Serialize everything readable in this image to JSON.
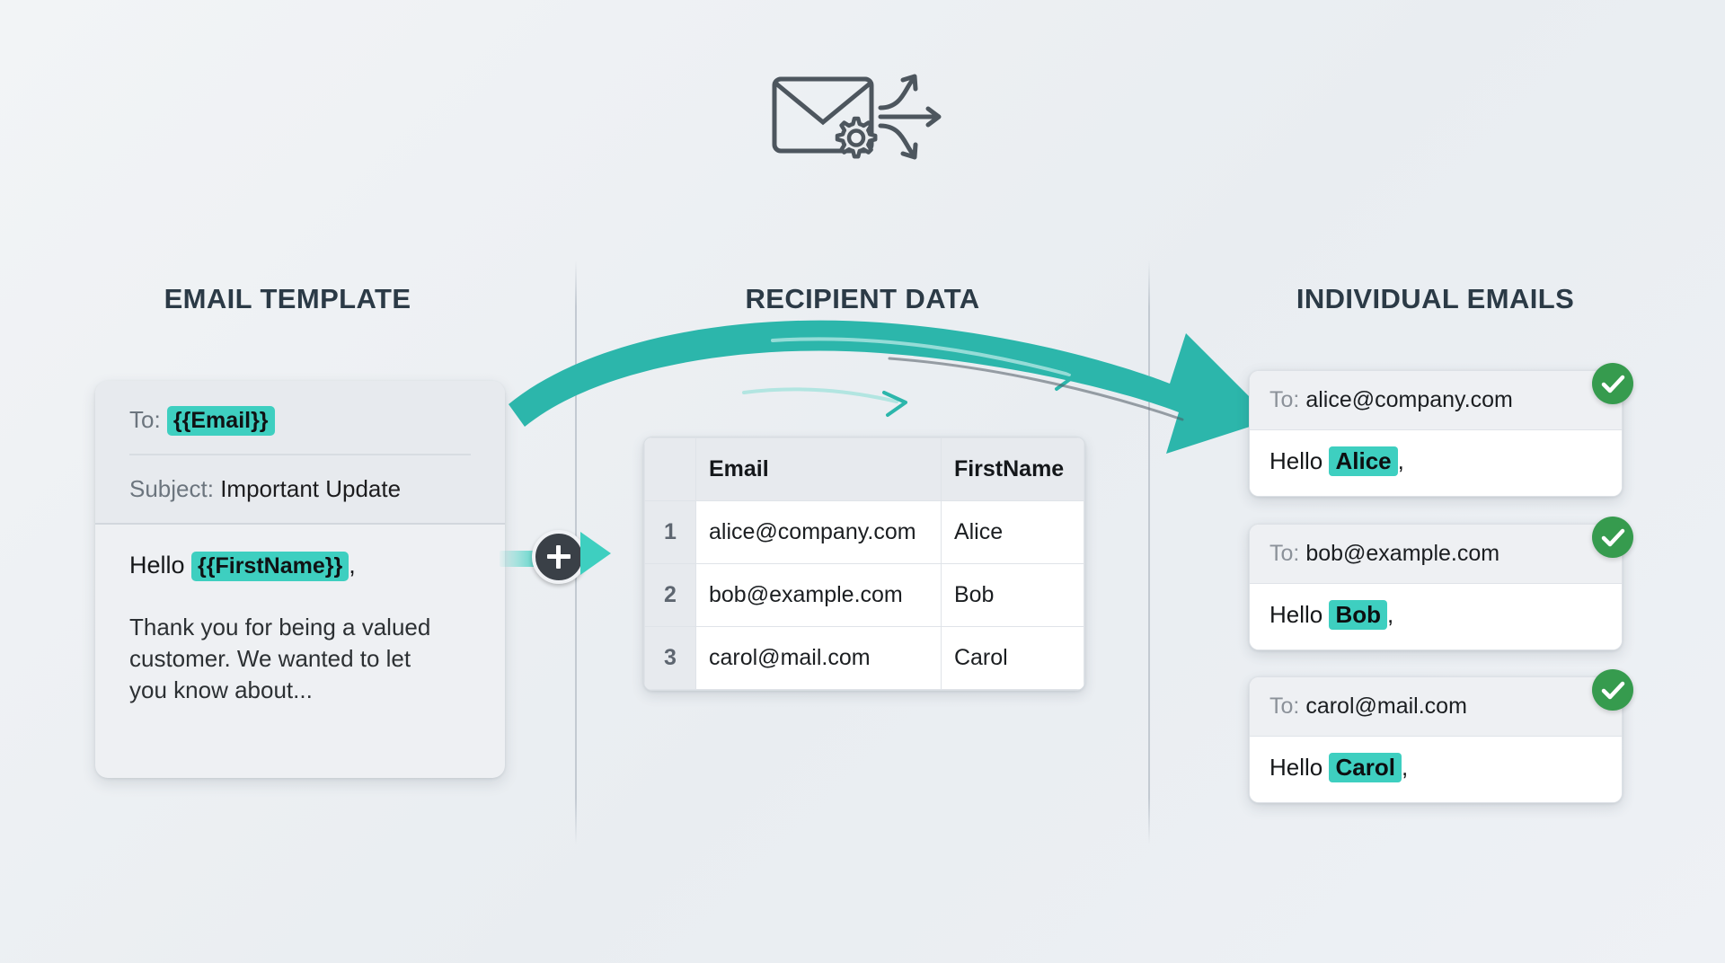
{
  "header": {
    "icon": "envelope-gear-arrows-icon"
  },
  "sections": {
    "template_title": "EMAIL TEMPLATE",
    "recipient_title": "RECIPIENT DATA",
    "emails_title": "INDIVIDUAL EMAILS"
  },
  "template": {
    "to_label": "To:",
    "to_token": "{{Email}}",
    "subject_label": "Subject:",
    "subject_value": "Important Update",
    "greeting_prefix": "Hello ",
    "greeting_token": "{{FirstName}}",
    "greeting_suffix": ",",
    "body_text": "Thank you for being a valued customer. We wanted to let you know about..."
  },
  "connector": {
    "plus_label": "+",
    "icon": "plus-circle-icon",
    "arrow_icon": "triangle-right-icon"
  },
  "flow": {
    "arrow_icon": "curved-merge-arrow-icon",
    "arrow_color": "#2cb6ab"
  },
  "recipient_data": {
    "columns": [
      "",
      "Email",
      "FirstName"
    ],
    "rows": [
      {
        "num": "1",
        "email": "alice@company.com",
        "first_name": "Alice"
      },
      {
        "num": "2",
        "email": "bob@example.com",
        "first_name": "Bob"
      },
      {
        "num": "3",
        "email": "carol@mail.com",
        "first_name": "Carol"
      }
    ]
  },
  "individual_emails": [
    {
      "to_label": "To:",
      "to_value": "alice@company.com",
      "greeting_prefix": "Hello ",
      "name": "Alice",
      "greeting_suffix": ",",
      "status_icon": "check-circle-icon"
    },
    {
      "to_label": "To:",
      "to_value": "bob@example.com",
      "greeting_prefix": "Hello ",
      "name": "Bob",
      "greeting_suffix": ",",
      "status_icon": "check-circle-icon"
    },
    {
      "to_label": "To:",
      "to_value": "carol@mail.com",
      "greeting_prefix": "Hello ",
      "name": "Carol",
      "greeting_suffix": ",",
      "status_icon": "check-circle-icon"
    }
  ],
  "colors": {
    "accent_teal": "#3ecfc0",
    "arrow_teal": "#2cb6ab",
    "success_green": "#369b4e",
    "title_navy": "#2b3a46",
    "background": "#eef1f5"
  }
}
